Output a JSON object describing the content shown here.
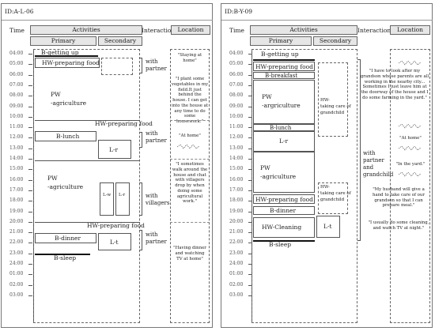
{
  "headers": {
    "time": "Time",
    "activities": "Activities",
    "interaction": "Interaction",
    "location": "Location",
    "primary": "Primary",
    "secondary": "Secondary"
  },
  "times": [
    "04:00",
    "05:00",
    "06:00",
    "07:00",
    "08:00",
    "09:00",
    "10:00",
    "11:00",
    "12:00",
    "13:00",
    "14:00",
    "15:00",
    "16:00",
    "17:00",
    "18:00",
    "19:00",
    "20:00",
    "21:00",
    "22:00",
    "23:00",
    "24:00",
    "01:00",
    "02:00",
    "03:00"
  ],
  "left": {
    "id": "ID:A-L-06",
    "labels": {
      "b_getting_up": "B-getting up",
      "hw_food_1": "HW-preparing food",
      "pw_1": "PW",
      "agri_1": "-agriculture",
      "hw_food_2": "HW-preparing food",
      "b_lunch": "B-lunch",
      "l_r_1": "L-r",
      "pw_2": "PW",
      "agri_2": "-agriculture",
      "l_w": "L-w",
      "l_r_2": "L-r",
      "hw_food_3": "HW-preparing food",
      "b_dinner": "B-dinner",
      "l_t": "L-t",
      "b_sleep": "B-sleep"
    },
    "interactions": {
      "with_partner_1": "with",
      "with_partner_1b": "partner",
      "with_partner_2": "with",
      "with_partner_2b": "partner",
      "with_villagers": "with",
      "with_villagers_b": "villagers",
      "with_partner_3": "with",
      "with_partner_3b": "partner"
    },
    "quotes": {
      "q1": "\"Staying at home\"",
      "q2": "\"I plant some vegetables in my field.It just behind the house. I can get into the house at any time to do some housework.\"",
      "q3": "\"At home\"",
      "q4": "\"I sometimes walk around the house and chat with villagers drop by when doing some agricultural work.\"",
      "q5": "\"Having dinner and watching TV at home\""
    }
  },
  "right": {
    "id": "ID:B-Y-09",
    "labels": {
      "b_getting_up": "B-getting up",
      "hw_food_1": "HW-preparing food",
      "b_breakfast": "B-breakfast",
      "pw_1": "PW",
      "agri_1": "-argriculture",
      "hw_care_1": "HW-",
      "hw_care_1b": "taking care of",
      "hw_care_1c": "grandchild",
      "b_lunch": "B-lunch",
      "l_r": "L-r",
      "pw_2": "PW",
      "agri_2": "-agriculture",
      "hw_care_2": "HW-",
      "hw_care_2b": "taking care of",
      "hw_care_2c": "grandchild",
      "hw_food_2": "HW-preparing food",
      "b_dinner": "B-dinner",
      "hw_cleaning": "HW-Cleaning",
      "l_t": "L-t",
      "b_sleep": "B-sleep"
    },
    "interactions": {
      "a": "with",
      "b": "partner",
      "c": "and",
      "d": "grandchild"
    },
    "quotes": {
      "q1": "\"I have to look after my grandson whose parents are all working in the nearby city... Sometimes I just leave him at the doorway of the house and I do some farming in the yard.\"",
      "q2": "\"At home\"",
      "q3": "\"In the yard.\"",
      "q4": "\"My husband will give a hand to take care of our grandson so that I can prepare meal.\"",
      "q5": "\"I usually do some cleaning, and watch TV at night.\""
    }
  },
  "colors": {
    "header_fill": "#e6e6e6",
    "border": "#555555"
  }
}
